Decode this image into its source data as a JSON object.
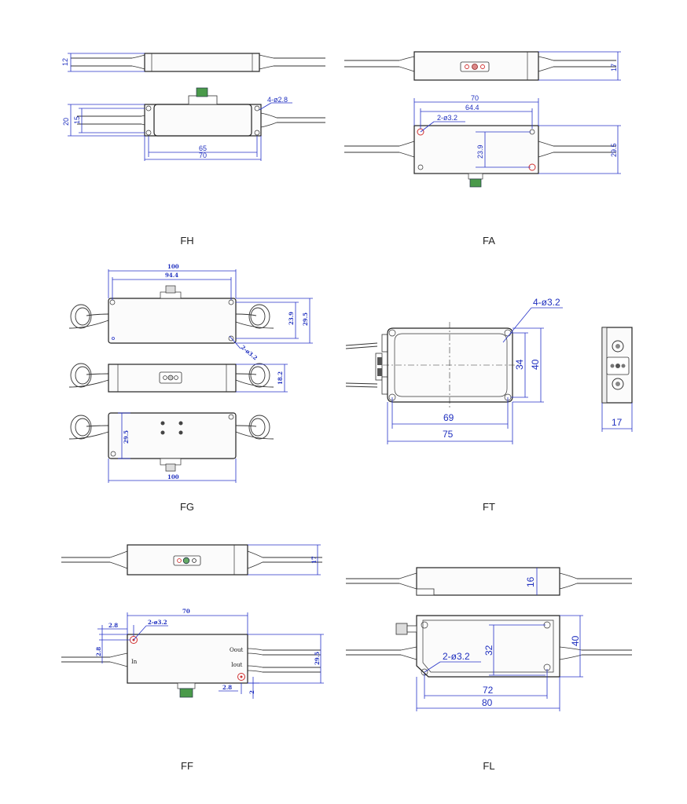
{
  "labels": {
    "fh": "FH",
    "fa": "FA",
    "fg": "FG",
    "ft": "FT",
    "ff": "FF",
    "fl": "FL"
  },
  "fh": {
    "height_top": "12",
    "hole_note": "4-ø2.8",
    "height_outer": "20",
    "height_inner": "15",
    "width_inner": "65",
    "width_outer": "70"
  },
  "fa": {
    "height_top": "17",
    "width_outer": "70",
    "width_inner": "64.4",
    "hole_note": "2-ø3.2",
    "hole_span": "23.9",
    "height_outer": "29.5"
  },
  "fg": {
    "width_outer": "100",
    "width_inner": "94.4",
    "hole_span": "23.9",
    "height_outer": "29.5",
    "hole_note": "2-ø3.2",
    "height_mid": "18.2",
    "height_bottom": "29.5",
    "width_bottom": "100"
  },
  "ft": {
    "hole_note": "4-ø3.2",
    "height_inner": "34",
    "height_outer": "40",
    "width_inner": "69",
    "width_outer": "75",
    "side_width": "17"
  },
  "ff": {
    "height_top": "17",
    "width": "70",
    "offset_x": "2.8",
    "hole_note": "2-ø3.2",
    "offset_y": "2.8",
    "port_in": "In",
    "port_oout": "Oout",
    "port_iout": "Iout",
    "height": "29.5",
    "offset_bx": "2.8",
    "offset_by": "2"
  },
  "fl": {
    "height_top": "16",
    "hole_note": "2-ø3.2",
    "hole_span": "32",
    "height": "40",
    "width_inner": "72",
    "width_outer": "80"
  },
  "colors": {
    "dimension": "#2633c9",
    "outline": "#222222",
    "connector": "#3a8a3a",
    "hole_mark": "#d03030"
  }
}
